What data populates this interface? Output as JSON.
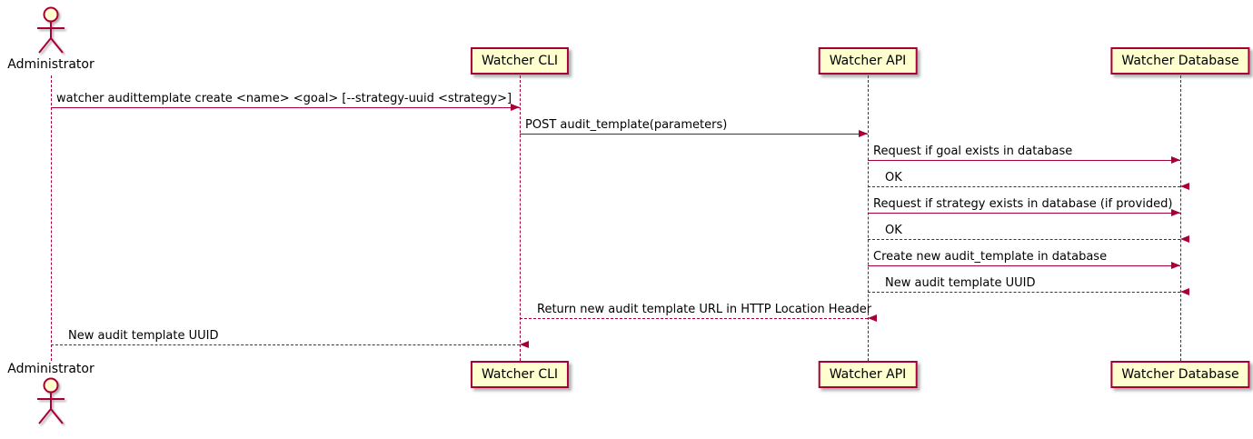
{
  "diagram": {
    "type": "sequence-diagram",
    "colors": {
      "participant_fill": "#FEFECE",
      "participant_border": "#A80036",
      "arrow": "#A80036",
      "lifeline": "#A80036",
      "text": "#000000",
      "background": "#FFFFFF"
    },
    "participants": [
      {
        "id": "administrator",
        "label": "Administrator",
        "kind": "actor"
      },
      {
        "id": "watcher-cli",
        "label": "Watcher CLI",
        "kind": "participant"
      },
      {
        "id": "watcher-api",
        "label": "Watcher API",
        "kind": "participant"
      },
      {
        "id": "watcher-database",
        "label": "Watcher Database",
        "kind": "participant"
      }
    ],
    "messages": [
      {
        "from": "administrator",
        "to": "watcher-cli",
        "line": "solid",
        "text": "watcher audittemplate create <name> <goal> [--strategy-uuid <strategy>]"
      },
      {
        "from": "watcher-cli",
        "to": "watcher-api",
        "line": "solid",
        "text": "POST audit_template(parameters)"
      },
      {
        "from": "watcher-api",
        "to": "watcher-database",
        "line": "solid",
        "text": "Request if goal exists in database"
      },
      {
        "from": "watcher-database",
        "to": "watcher-api",
        "line": "dashed",
        "text": "OK"
      },
      {
        "from": "watcher-api",
        "to": "watcher-database",
        "line": "solid",
        "text": "Request if strategy exists in database (if provided)"
      },
      {
        "from": "watcher-database",
        "to": "watcher-api",
        "line": "dashed",
        "text": "OK"
      },
      {
        "from": "watcher-api",
        "to": "watcher-database",
        "line": "solid",
        "text": "Create new audit_template in database"
      },
      {
        "from": "watcher-database",
        "to": "watcher-api",
        "line": "dashed",
        "text": "New audit template UUID"
      },
      {
        "from": "watcher-api",
        "to": "watcher-cli",
        "line": "dashed",
        "text": "Return new audit template URL in HTTP Location Header"
      },
      {
        "from": "watcher-cli",
        "to": "administrator",
        "line": "dashed",
        "text": "New audit template UUID"
      }
    ]
  }
}
